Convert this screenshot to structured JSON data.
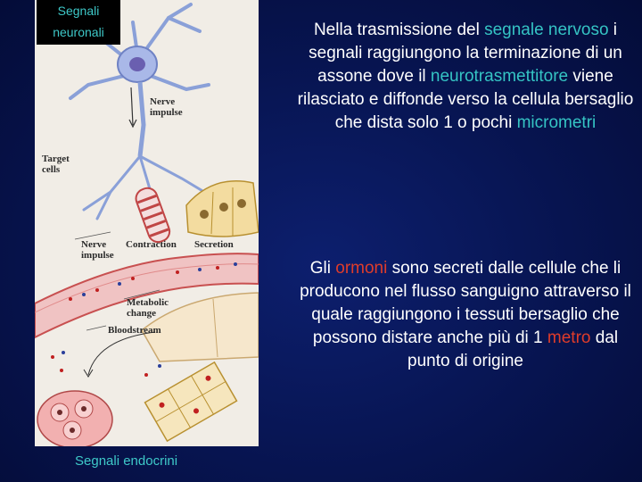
{
  "header": {
    "line1": "Segnali",
    "line2": "neuronali"
  },
  "footer": {
    "caption": "Segnali endocrini"
  },
  "figure_labels": {
    "nerve_impulse_top": [
      "Nerve",
      "impulse"
    ],
    "target_cells": [
      "Target",
      "cells"
    ],
    "nerve_impulse_mid": [
      "Nerve",
      "impulse"
    ],
    "contraction": "Contraction",
    "secretion": "Secretion",
    "metabolic_change": [
      "Metabolic",
      "change"
    ],
    "bloodstream": "Bloodstream"
  },
  "paragraph1": {
    "t1": "Nella trasmissione del ",
    "h1": "segnale nervoso",
    "t2": " i segnali raggiungono la terminazione di un assone dove il ",
    "h2": "neurotrasmettitore",
    "t3": " viene rilasciato e diffonde verso la cellula bersaglio che dista solo 1 o pochi ",
    "h3": "micrometri"
  },
  "paragraph2": {
    "t1": "Gli ",
    "h1": "ormoni",
    "t2": " sono secreti dalle cellule che li producono nel flusso sanguigno attraverso il quale raggiungono i tessuti bersaglio che possono distare anche più di 1 ",
    "h2": "metro",
    "t3": " dal punto di origine"
  },
  "colors": {
    "background": "#071450",
    "cyan": "#35c4c4",
    "red": "#e03c2a"
  }
}
